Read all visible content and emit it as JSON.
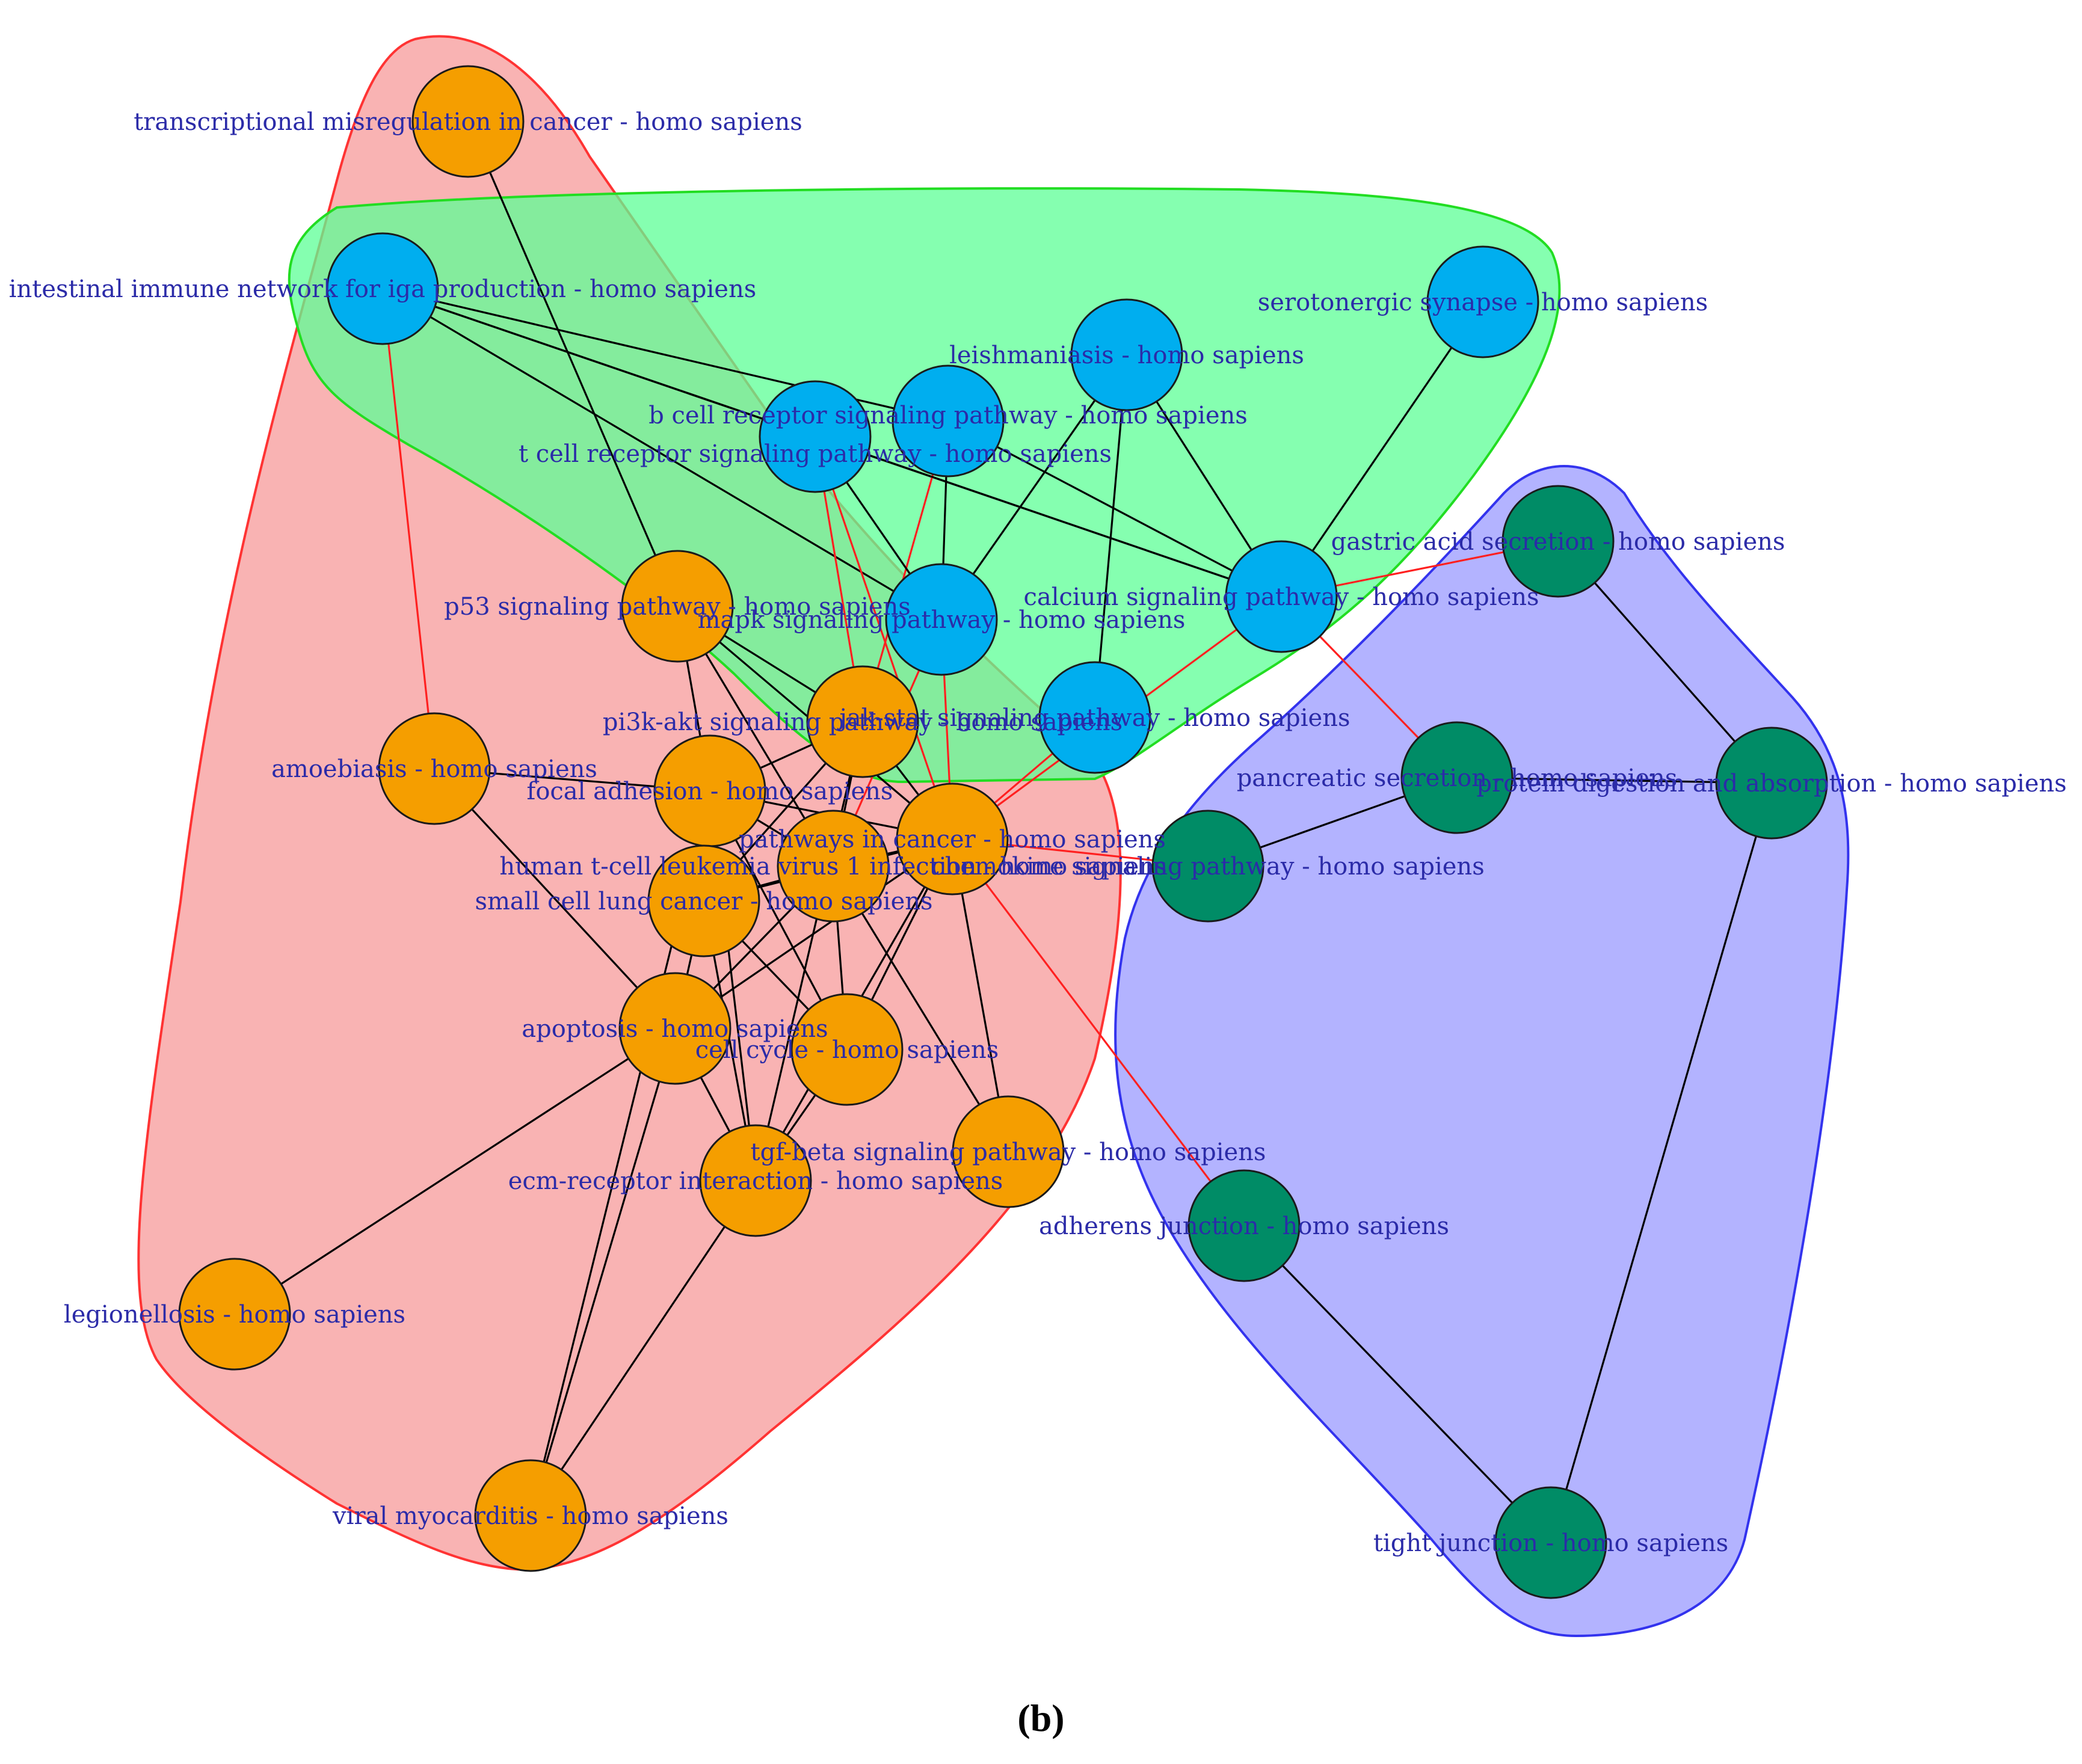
{
  "caption": "(b)",
  "colors": {
    "node_orange": "#F59E00",
    "node_blue": "#00AEEF",
    "node_green": "#008C66",
    "label": "#2B2BA8",
    "edge_within": "#000000",
    "edge_between": "#FF2020",
    "group_red_fill": "#F79A9A",
    "group_red_stroke": "#FF3333",
    "group_green_fill": "#5CFF95",
    "group_green_stroke": "#22DD22",
    "group_blue_fill": "#9A9AFF",
    "group_blue_stroke": "#3333EE"
  },
  "groups": [
    {
      "id": "red",
      "color": "red"
    },
    {
      "id": "green",
      "color": "green"
    },
    {
      "id": "blue",
      "color": "blue"
    }
  ],
  "nodes": [
    {
      "id": "transcriptional",
      "label": "transcriptional misregulation in cancer - homo sapiens",
      "group": "orange"
    },
    {
      "id": "intestinal",
      "label": "intestinal immune network for iga production - homo sapiens",
      "group": "blue"
    },
    {
      "id": "serotonergic",
      "label": "serotonergic synapse - homo sapiens",
      "group": "blue"
    },
    {
      "id": "leishmaniasis",
      "label": "leishmaniasis - homo sapiens",
      "group": "blue"
    },
    {
      "id": "bcell",
      "label": "b cell receptor signaling pathway - homo sapiens",
      "group": "blue"
    },
    {
      "id": "tcell",
      "label": "t cell receptor signaling pathway - homo sapiens",
      "group": "blue"
    },
    {
      "id": "mapk",
      "label": "mapk signaling pathway - homo sapiens",
      "group": "blue"
    },
    {
      "id": "calcium",
      "label": "calcium signaling pathway - homo sapiens",
      "group": "blue"
    },
    {
      "id": "jakstat",
      "label": "jak-stat signaling pathway - homo sapiens",
      "group": "blue"
    },
    {
      "id": "p53",
      "label": "p53 signaling pathway - homo sapiens",
      "group": "orange"
    },
    {
      "id": "pi3k",
      "label": "pi3k-akt signaling pathway - homo sapiens",
      "group": "orange"
    },
    {
      "id": "amoebiasis",
      "label": "amoebiasis - homo sapiens",
      "group": "orange"
    },
    {
      "id": "focal",
      "label": "focal adhesion - homo sapiens",
      "group": "orange"
    },
    {
      "id": "pathways",
      "label": "pathways in cancer - homo sapiens",
      "group": "orange"
    },
    {
      "id": "htlv",
      "label": "human t-cell leukemia virus 1 infection - homo sapiens",
      "group": "orange"
    },
    {
      "id": "sclc",
      "label": "small cell lung cancer - homo sapiens",
      "group": "orange"
    },
    {
      "id": "apoptosis",
      "label": "apoptosis - homo sapiens",
      "group": "orange"
    },
    {
      "id": "cellcycle",
      "label": "cell cycle - homo sapiens",
      "group": "orange"
    },
    {
      "id": "tgfb",
      "label": "tgf-beta signaling pathway - homo sapiens",
      "group": "orange"
    },
    {
      "id": "ecm",
      "label": "ecm-receptor interaction - homo sapiens",
      "group": "orange"
    },
    {
      "id": "legionellosis",
      "label": "legionellosis - homo sapiens",
      "group": "orange"
    },
    {
      "id": "viral",
      "label": "viral myocarditis - homo sapiens",
      "group": "orange"
    },
    {
      "id": "gastric",
      "label": "gastric acid secretion - homo sapiens",
      "group": "green"
    },
    {
      "id": "pancreatic",
      "label": "pancreatic secretion - homo sapiens",
      "group": "green"
    },
    {
      "id": "protein",
      "label": "protein digestion and absorption - homo sapiens",
      "group": "green"
    },
    {
      "id": "chemokine",
      "label": "chemokine signaling pathway - homo sapiens",
      "group": "green"
    },
    {
      "id": "adherens",
      "label": "adherens junction - homo sapiens",
      "group": "green"
    },
    {
      "id": "tight",
      "label": "tight junction - homo sapiens",
      "group": "green"
    }
  ],
  "edges": [
    {
      "source": "transcriptional",
      "target": "p53",
      "type": "within"
    },
    {
      "source": "intestinal",
      "target": "tcell",
      "type": "within"
    },
    {
      "source": "intestinal",
      "target": "bcell",
      "type": "within"
    },
    {
      "source": "intestinal",
      "target": "mapk",
      "type": "within"
    },
    {
      "source": "intestinal",
      "target": "calcium",
      "type": "within"
    },
    {
      "source": "intestinal",
      "target": "amoebiasis",
      "type": "between"
    },
    {
      "source": "serotonergic",
      "target": "calcium",
      "type": "within"
    },
    {
      "source": "leishmaniasis",
      "target": "mapk",
      "type": "within"
    },
    {
      "source": "leishmaniasis",
      "target": "jakstat",
      "type": "within"
    },
    {
      "source": "leishmaniasis",
      "target": "calcium",
      "type": "within"
    },
    {
      "source": "bcell",
      "target": "mapk",
      "type": "within"
    },
    {
      "source": "bcell",
      "target": "calcium",
      "type": "within"
    },
    {
      "source": "bcell",
      "target": "pi3k",
      "type": "between"
    },
    {
      "source": "tcell",
      "target": "mapk",
      "type": "within"
    },
    {
      "source": "tcell",
      "target": "calcium",
      "type": "within"
    },
    {
      "source": "tcell",
      "target": "pi3k",
      "type": "between"
    },
    {
      "source": "tcell",
      "target": "pathways",
      "type": "between"
    },
    {
      "source": "mapk",
      "target": "pathways",
      "type": "between"
    },
    {
      "source": "mapk",
      "target": "htlv",
      "type": "between"
    },
    {
      "source": "calcium",
      "target": "gastric",
      "type": "between"
    },
    {
      "source": "calcium",
      "target": "pancreatic",
      "type": "between"
    },
    {
      "source": "calcium",
      "target": "pathways",
      "type": "between"
    },
    {
      "source": "jakstat",
      "target": "pathways",
      "type": "between"
    },
    {
      "source": "p53",
      "target": "pi3k",
      "type": "within"
    },
    {
      "source": "p53",
      "target": "focal",
      "type": "within"
    },
    {
      "source": "p53",
      "target": "pathways",
      "type": "within"
    },
    {
      "source": "p53",
      "target": "htlv",
      "type": "within"
    },
    {
      "source": "pi3k",
      "target": "focal",
      "type": "within"
    },
    {
      "source": "pi3k",
      "target": "pathways",
      "type": "within"
    },
    {
      "source": "pi3k",
      "target": "htlv",
      "type": "within"
    },
    {
      "source": "pi3k",
      "target": "sclc",
      "type": "within"
    },
    {
      "source": "pi3k",
      "target": "ecm",
      "type": "within"
    },
    {
      "source": "amoebiasis",
      "target": "focal",
      "type": "within"
    },
    {
      "source": "amoebiasis",
      "target": "apoptosis",
      "type": "within"
    },
    {
      "source": "focal",
      "target": "pathways",
      "type": "within"
    },
    {
      "source": "focal",
      "target": "htlv",
      "type": "within"
    },
    {
      "source": "focal",
      "target": "sclc",
      "type": "within"
    },
    {
      "source": "focal",
      "target": "ecm",
      "type": "within"
    },
    {
      "source": "focal",
      "target": "cellcycle",
      "type": "within"
    },
    {
      "source": "pathways",
      "target": "htlv",
      "type": "within"
    },
    {
      "source": "pathways",
      "target": "sclc",
      "type": "within"
    },
    {
      "source": "pathways",
      "target": "apoptosis",
      "type": "within"
    },
    {
      "source": "pathways",
      "target": "cellcycle",
      "type": "within"
    },
    {
      "source": "pathways",
      "target": "tgfb",
      "type": "within"
    },
    {
      "source": "pathways",
      "target": "ecm",
      "type": "within"
    },
    {
      "source": "pathways",
      "target": "chemokine",
      "type": "between"
    },
    {
      "source": "pathways",
      "target": "adherens",
      "type": "between"
    },
    {
      "source": "htlv",
      "target": "sclc",
      "type": "within"
    },
    {
      "source": "htlv",
      "target": "apoptosis",
      "type": "within"
    },
    {
      "source": "htlv",
      "target": "cellcycle",
      "type": "within"
    },
    {
      "source": "htlv",
      "target": "tgfb",
      "type": "within"
    },
    {
      "source": "sclc",
      "target": "apoptosis",
      "type": "within"
    },
    {
      "source": "sclc",
      "target": "ecm",
      "type": "within"
    },
    {
      "source": "sclc",
      "target": "cellcycle",
      "type": "within"
    },
    {
      "source": "apoptosis",
      "target": "legionellosis",
      "type": "within"
    },
    {
      "source": "apoptosis",
      "target": "viral",
      "type": "within"
    },
    {
      "source": "apoptosis",
      "target": "ecm",
      "type": "within"
    },
    {
      "source": "cellcycle",
      "target": "ecm",
      "type": "within"
    },
    {
      "source": "ecm",
      "target": "viral",
      "type": "within"
    },
    {
      "source": "focal",
      "target": "viral",
      "type": "within"
    },
    {
      "source": "gastric",
      "target": "protein",
      "type": "within"
    },
    {
      "source": "pancreatic",
      "target": "protein",
      "type": "within"
    },
    {
      "source": "pancreatic",
      "target": "chemokine",
      "type": "within"
    },
    {
      "source": "protein",
      "target": "tight",
      "type": "within"
    },
    {
      "source": "adherens",
      "target": "tight",
      "type": "within"
    }
  ]
}
